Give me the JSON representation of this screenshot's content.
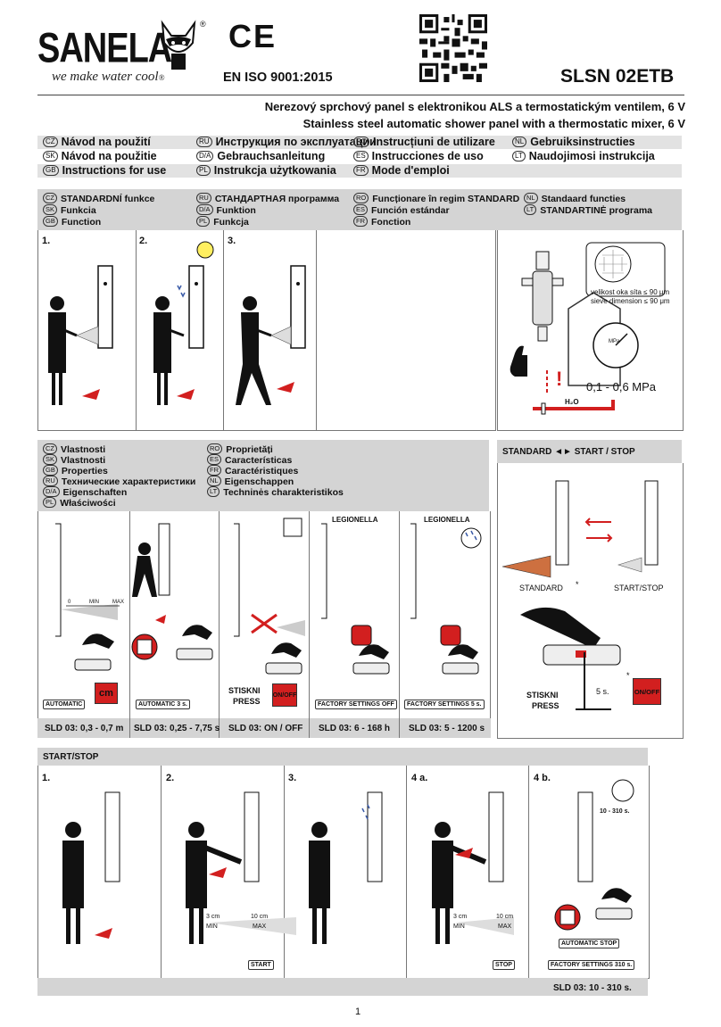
{
  "header": {
    "brand": "SANELA",
    "tagline": "we make water cool",
    "ce_mark": "CE",
    "iso": "EN ISO 9001:2015",
    "model": "SLSN 02ETB",
    "title_cz": "Nerezový sprchový panel s elektronikou ALS a termostatickým ventilem, 6 V",
    "title_en": "Stainless steel automatic shower panel with a thermostatic mixer, 6 V"
  },
  "languages": [
    {
      "code": "CZ",
      "label": "Návod na použití"
    },
    {
      "code": "RU",
      "label": "Инструкция по эксплуатации"
    },
    {
      "code": "RO",
      "label": "Instrucțiuni de utilizare"
    },
    {
      "code": "NL",
      "label": "Gebruiksinstructies"
    },
    {
      "code": "SK",
      "label": "Návod na použitie"
    },
    {
      "code": "D/A",
      "label": "Gebrauchsanleitung"
    },
    {
      "code": "ES",
      "label": "Instrucciones de uso"
    },
    {
      "code": "LT",
      "label": "Naudojimosi instrukcija"
    },
    {
      "code": "GB",
      "label": "Instructions for use"
    },
    {
      "code": "PL",
      "label": "Instrukcja użytkowania"
    },
    {
      "code": "FR",
      "label": "Mode d'emploi"
    }
  ],
  "function_section": {
    "items": [
      {
        "code": "CZ",
        "label": "STANDARDNÍ funkce"
      },
      {
        "code": "RU",
        "label": "СТАНДАРТНАЯ программа"
      },
      {
        "code": "RO",
        "label": "Funcționare în regim STANDARD"
      },
      {
        "code": "NL",
        "label": "Standaard functies"
      },
      {
        "code": "SK",
        "label": "Funkcia"
      },
      {
        "code": "D/A",
        "label": "Funktion"
      },
      {
        "code": "ES",
        "label": "Función estándar"
      },
      {
        "code": "LT",
        "label": "STANDARTINĖ programa"
      },
      {
        "code": "GB",
        "label": "Function"
      },
      {
        "code": "PL",
        "label": "Funkcja"
      },
      {
        "code": "FR",
        "label": "Fonction"
      }
    ],
    "steps": [
      "1.",
      "2.",
      "3."
    ],
    "sieve_text_1": "velikost oka síta ≤ 90 μm",
    "sieve_text_2": "sieve dimension ≤ 90 μm",
    "pressure": "0,1 - 0,6 MPa",
    "gauge_unit": "MPa",
    "h2o": "H₂O",
    "warning": "!"
  },
  "properties_section": {
    "items": [
      {
        "code": "CZ",
        "label": "Vlastnosti"
      },
      {
        "code": "RO",
        "label": "Proprietăți"
      },
      {
        "code": "SK",
        "label": "Vlastnosti"
      },
      {
        "code": "ES",
        "label": "Características"
      },
      {
        "code": "GB",
        "label": "Properties"
      },
      {
        "code": "FR",
        "label": "Caractéristiques"
      },
      {
        "code": "RU",
        "label": "Технические характеристики"
      },
      {
        "code": "NL",
        "label": "Eigenschappen"
      },
      {
        "code": "D/A",
        "label": "Eigenschaften"
      },
      {
        "code": "LT",
        "label": "Techninės charakteristikos"
      },
      {
        "code": "PL",
        "label": "Właściwości"
      }
    ],
    "panels": [
      {
        "button": "AUTOMATIC",
        "sld": "SLD 03: 0,3 - 0,7 m",
        "scale": [
          "0",
          "MIN",
          "MAX"
        ],
        "key": "cm"
      },
      {
        "button": "AUTOMATIC 3 s.",
        "sld": "SLD 03: 0,25 - 7,75 s"
      },
      {
        "button": "STISKNI",
        "button2": "PRESS",
        "key": "ON/OFF",
        "sld": "SLD 03: ON / OFF"
      },
      {
        "heading": "LEGIONELLA",
        "button": "FACTORY SETTINGS OFF",
        "sld": "SLD 03: 6 - 168 h"
      },
      {
        "heading": "LEGIONELLA",
        "button": "FACTORY SETTINGS 5 s.",
        "sld": "SLD 03: 5 - 1200 s"
      }
    ]
  },
  "standard_section": {
    "title": "STANDARD ◄► START / STOP",
    "label_standard": "STANDARD",
    "label_startstop": "START/STOP",
    "press_1": "STISKNI",
    "press_2": "PRESS",
    "duration": "5 s.",
    "key": "ON/OFF",
    "asterisk": "*"
  },
  "startstop_section": {
    "title": "START/STOP",
    "steps": [
      "1.",
      "2.",
      "3.",
      "4 a.",
      "4 b."
    ],
    "range_min": "3 cm",
    "range_max": "10 cm",
    "min": "MIN",
    "max": "MAX",
    "start_btn": "START",
    "stop_btn": "STOP",
    "auto_stop": "AUTOMATIC STOP",
    "factory": "FACTORY SETTINGS 310 s.",
    "timer": "10 - 310 s.",
    "sld": "SLD 03: 10 - 310 s."
  },
  "page_number": "1"
}
